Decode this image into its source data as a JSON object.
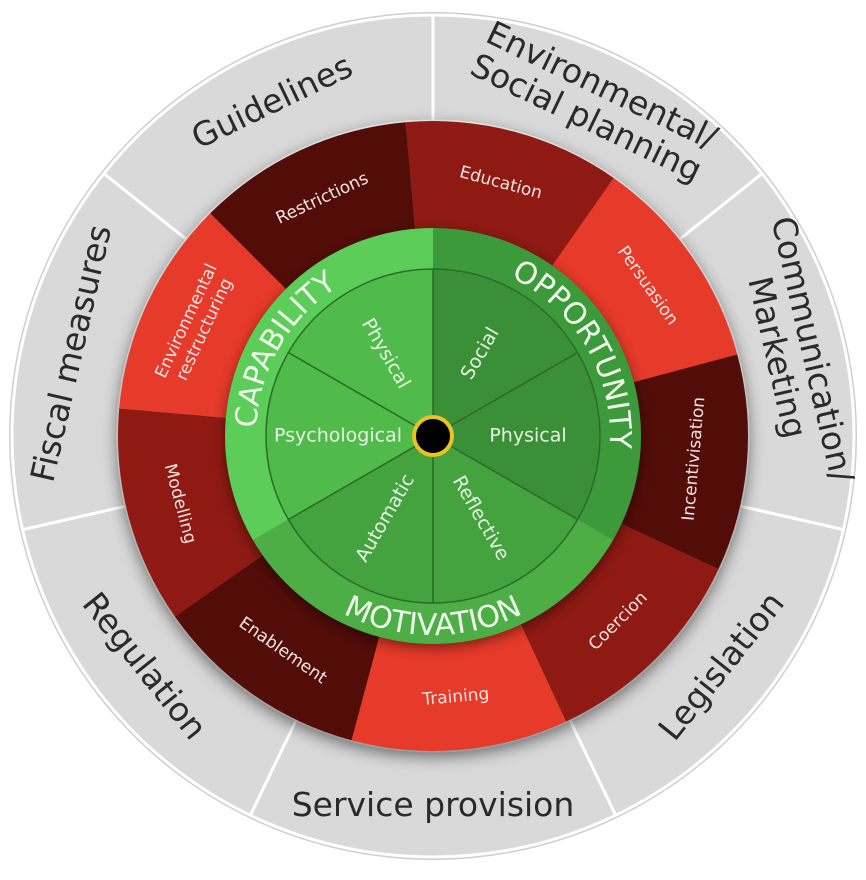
{
  "policy_categories": [
    {
      "lines": [
        "Environmental/",
        "Social planning"
      ]
    },
    {
      "lines": [
        "Communication/",
        "Marketing"
      ]
    },
    {
      "lines": [
        "Legislation"
      ]
    },
    {
      "lines": [
        "Service provision"
      ]
    },
    {
      "lines": [
        "Regulation"
      ]
    },
    {
      "lines": [
        "Fiscal measures"
      ]
    },
    {
      "lines": [
        "Guidelines"
      ]
    }
  ],
  "intervention_functions": [
    {
      "lines": [
        "Education"
      ],
      "color": "#8e1a13"
    },
    {
      "lines": [
        "Persuasion"
      ],
      "color": "#e63a2a"
    },
    {
      "lines": [
        "Incentivisation"
      ],
      "color": "#520d09"
    },
    {
      "lines": [
        "Coercion"
      ],
      "color": "#8e1a13"
    },
    {
      "lines": [
        "Training"
      ],
      "color": "#e63a2a"
    },
    {
      "lines": [
        "Enablement"
      ],
      "color": "#520d09"
    },
    {
      "lines": [
        "Modelling"
      ],
      "color": "#8e1a13"
    },
    {
      "lines": [
        "Environmental",
        "restructuring"
      ],
      "color": "#e63a2a"
    },
    {
      "lines": [
        "Restrictions"
      ],
      "color": "#520d09"
    }
  ],
  "sources_of_behaviour": [
    {
      "label": "OPPORTUNITY",
      "color": "#3d9a3a"
    },
    {
      "label": "MOTIVATION",
      "color": "#4cae45"
    },
    {
      "label": "CAPABILITY",
      "color": "#5ccd58"
    }
  ],
  "components": [
    {
      "label": "Social",
      "color": "#3a8f37"
    },
    {
      "label": "Physical",
      "color": "#3a8f37"
    },
    {
      "label": "Reflective",
      "color": "#44a23f"
    },
    {
      "label": "Automatic",
      "color": "#44a23f"
    },
    {
      "label": "Psychological",
      "color": "#50bb4b"
    },
    {
      "label": "Physical",
      "color": "#50bb4b"
    }
  ],
  "colors": {
    "policy_ring": "#d9d9d9",
    "center_dot": "#000000",
    "center_ring": "#e8c422"
  }
}
